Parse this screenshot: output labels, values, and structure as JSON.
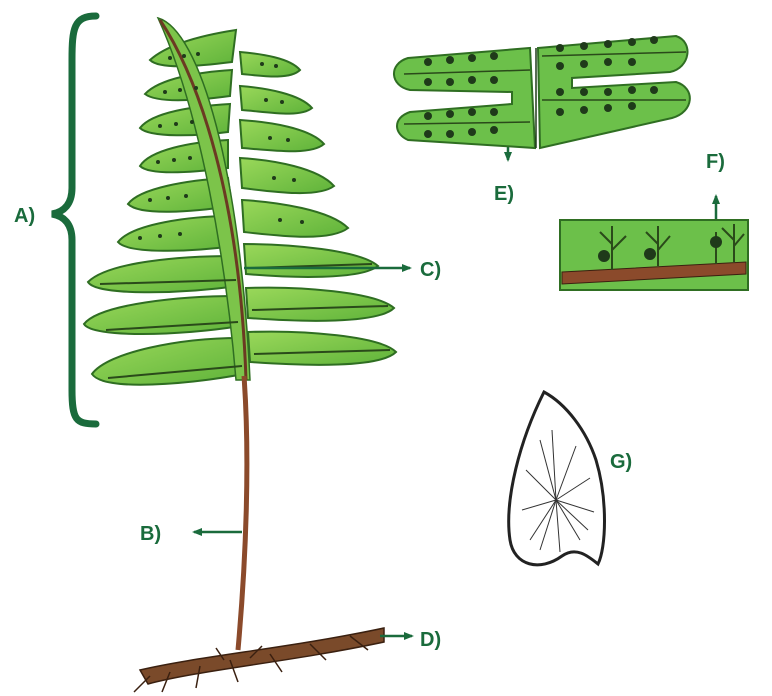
{
  "labels": {
    "a": "A)",
    "b": "B)",
    "c": "C)",
    "d": "D)",
    "e": "E)",
    "f": "F)",
    "g": "G)"
  },
  "colors": {
    "label_green": "#1a6b3c",
    "leaf_light": "#8fd14f",
    "leaf_mid": "#5fb33a",
    "leaf_dark": "#3f8a2a",
    "stem_brown": "#8b4a2b",
    "rhizome_brown": "#7a4a2a",
    "sori_dark": "#1f3a1a"
  }
}
